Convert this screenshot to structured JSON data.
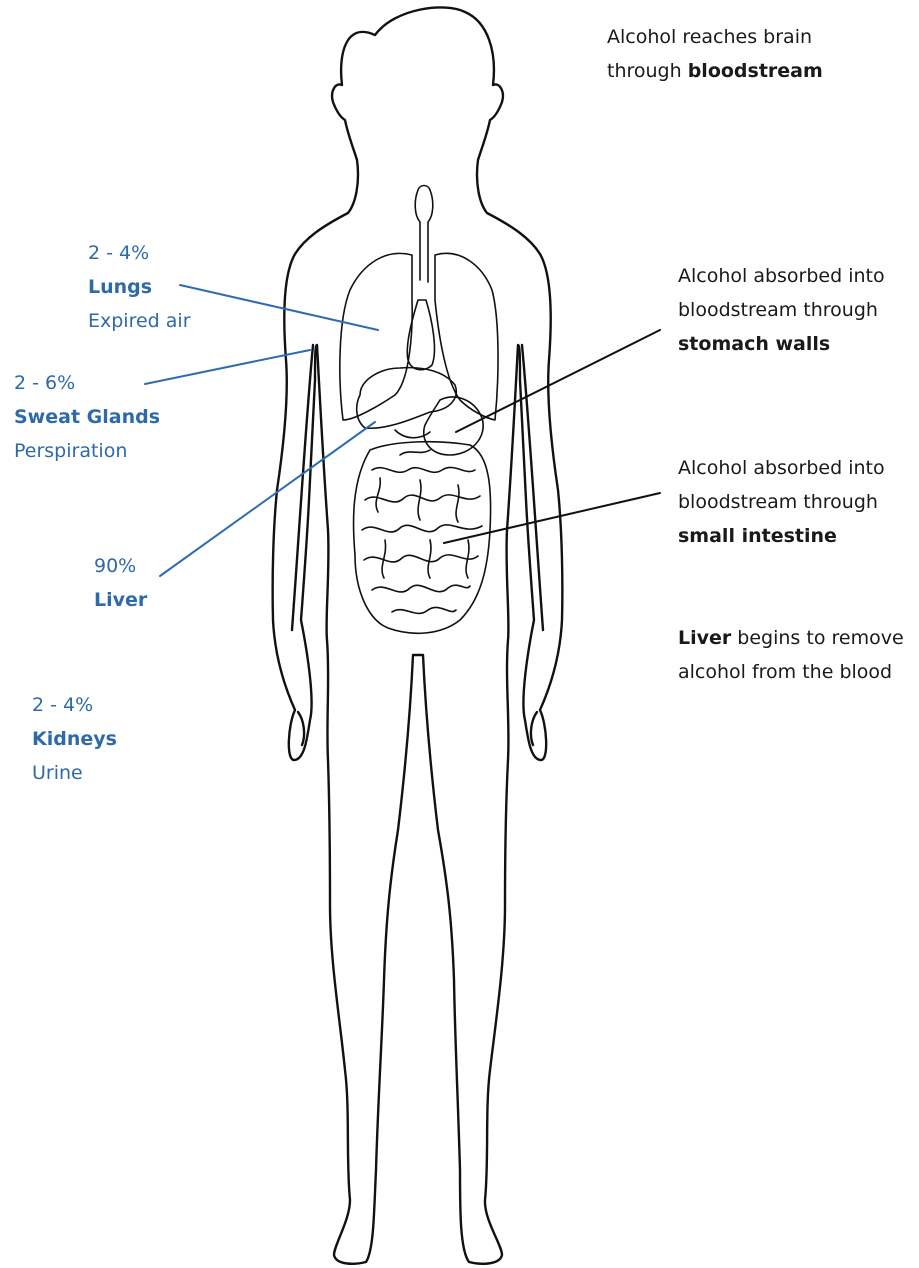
{
  "left_labels": {
    "lungs": {
      "percent": "2 - 4%",
      "organ": "Lungs",
      "route": "Expired air"
    },
    "sweat": {
      "percent": "2 - 6%",
      "organ": "Sweat Glands",
      "route": "Perspiration"
    },
    "liver": {
      "percent": "90%",
      "organ": "Liver"
    },
    "kidneys": {
      "percent": "2 - 4%",
      "organ": "Kidneys",
      "route": "Urine"
    }
  },
  "right_labels": {
    "brain": {
      "line1": "Alcohol reaches brain",
      "line2_prefix": "through ",
      "line2_bold": "bloodstream"
    },
    "stomach": {
      "line1": "Alcohol absorbed into",
      "line2": "bloodstream through",
      "line3_bold": "stomach walls"
    },
    "intestine": {
      "line1": "Alcohol absorbed into",
      "line2": "bloodstream through",
      "line3_bold": "small intestine"
    },
    "liver": {
      "line1_bold": "Liver",
      "line1_rest": " begins to remove",
      "line2": "alcohol from the blood"
    }
  },
  "colors": {
    "blue_text": "#2f6aa8",
    "blue_line": "#2e6bb0",
    "black": "#1a1a1a"
  }
}
